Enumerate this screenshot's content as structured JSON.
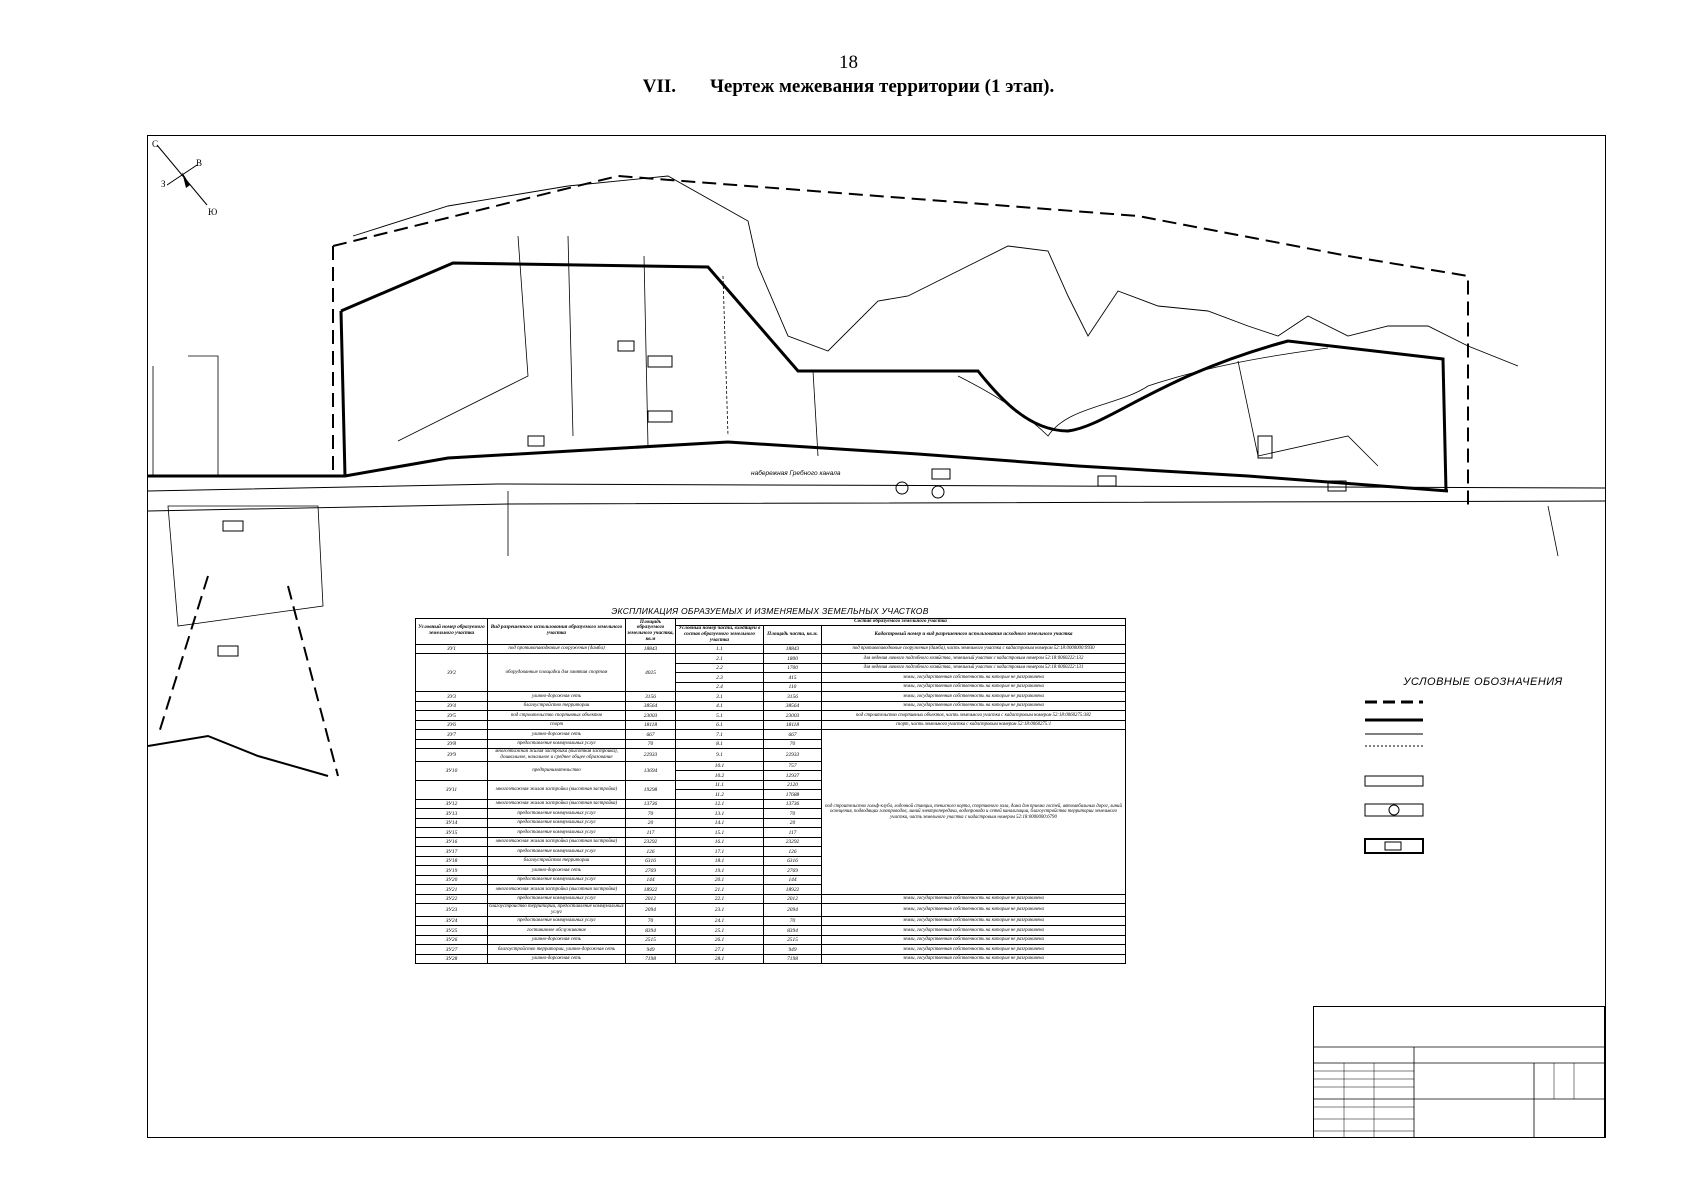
{
  "header": {
    "page_number": "18",
    "section_number": "VII.",
    "section_title": "Чертеж межевания территории (1 этап)."
  },
  "map": {
    "compass_letters": [
      "С",
      "В",
      "З",
      "Ю"
    ],
    "street_labels": [
      "набережная Гребного канала"
    ],
    "legend_title": "УСЛОВНЫЕ ОБОЗНАЧЕНИЯ"
  },
  "explication": {
    "title": "ЭКСПЛИКАЦИЯ ОБРАЗУЕМЫХ И ИЗМЕНЯЕМЫХ ЗЕМЕЛЬНЫХ УЧАСТКОВ",
    "headers": {
      "parcel_number": "Условный номер образуемого земельного участка",
      "permitted_use": "Вид разрешенного использования образуемого земельного участка",
      "area": "Площадь образуемого земельного участка, кв.м",
      "composition": "Состав образуемого земельного участка",
      "part_number": "Условный номер части, входящей в состав образуемого земельного участка",
      "part_area": "Площадь части, кв.м.",
      "source": "Кадастровый номер и вид разрешенного использования исходного земельного участка"
    },
    "rows": [
      {
        "id": "ЗУ1",
        "use": "под противопаводковые сооружения (дамба)",
        "area": "18843",
        "parts": [
          {
            "num": "1.1",
            "area": "18843"
          }
        ],
        "source": "под противопаводковые сооружения (дамба), часть земельного участка с кадастровым номером 52:18:0000000:9930"
      },
      {
        "id": "ЗУ2",
        "use": "оборудованные площадки для занятия спортом",
        "area": "4025",
        "parts": [
          {
            "num": "2.1",
            "area": "1800"
          },
          {
            "num": "2.2",
            "area": "1700"
          },
          {
            "num": "2.3",
            "area": "415"
          },
          {
            "num": "2.4",
            "area": "110"
          }
        ],
        "sources": [
          "для ведения личного подсобного хозяйства, земельный участок с кадастровым номером 52:18:0060222:132",
          "для ведения личного подсобного хозяйства, земельный участок с кадастровым номером 52:18:0060222:131",
          "земли, государственная собственность на которые не разграничена",
          "земли, государственная собственность на которые не разграничена"
        ]
      },
      {
        "id": "ЗУ3",
        "use": "улично-дорожная сеть",
        "area": "3156",
        "parts": [
          {
            "num": "3.1",
            "area": "3156"
          }
        ],
        "source": "земли, государственная собственность на которые не разграничена"
      },
      {
        "id": "ЗУ4",
        "use": "благоустройство территории",
        "area": "38564",
        "parts": [
          {
            "num": "4.1",
            "area": "38564"
          }
        ],
        "source": "земли, государственная собственность на которые не разграничена"
      },
      {
        "id": "ЗУ5",
        "use": "под строительство спортивных объектов",
        "area": "23003",
        "parts": [
          {
            "num": "5.1",
            "area": "23003"
          }
        ],
        "source": "под строительство спортивных объектов, часть земельного участка с кадастровым номером 52:18:0060275:382"
      },
      {
        "id": "ЗУ6",
        "use": "спорт",
        "area": "18118",
        "parts": [
          {
            "num": "6.1",
            "area": "18118"
          }
        ],
        "source": "спорт, часть земельного участка с кадастровым номером 52:18:0060275:1"
      },
      {
        "id": "ЗУ7",
        "use": "улично-дорожная сеть",
        "area": "667",
        "parts": [
          {
            "num": "7.1",
            "area": "667"
          }
        ]
      },
      {
        "id": "ЗУ8",
        "use": "предоставление коммунальных услуг",
        "area": "70",
        "parts": [
          {
            "num": "8.1",
            "area": "70"
          }
        ]
      },
      {
        "id": "ЗУ9",
        "use": "многоэтажная жилая застройка (высотная застройка), дошкольное, начальное и среднее общее образование",
        "area": "22933",
        "parts": [
          {
            "num": "9.1",
            "area": "22933"
          }
        ]
      },
      {
        "id": "ЗУ10",
        "use": "предпринимательство",
        "area": "13694",
        "parts": [
          {
            "num": "10.1",
            "area": "757"
          },
          {
            "num": "10.2",
            "area": "12937"
          }
        ]
      },
      {
        "id": "ЗУ11",
        "use": "многоэтажная жилая застройка (высотная застройка)",
        "area": "19298",
        "parts": [
          {
            "num": "11.1",
            "area": "2120"
          },
          {
            "num": "11.2",
            "area": "17688"
          }
        ]
      },
      {
        "id": "ЗУ12",
        "use": "многоэтажная жилая застройка (высотная застройка)",
        "area": "13736",
        "parts": [
          {
            "num": "12.1",
            "area": "13736"
          }
        ]
      },
      {
        "id": "ЗУ13",
        "use": "предоставление коммунальных услуг",
        "area": "70",
        "parts": [
          {
            "num": "13.1",
            "area": "70"
          }
        ]
      },
      {
        "id": "ЗУ14",
        "use": "предоставление коммунальных услуг",
        "area": "20",
        "parts": [
          {
            "num": "14.1",
            "area": "20"
          }
        ]
      },
      {
        "id": "ЗУ15",
        "use": "предоставление коммунальных услуг",
        "area": "117",
        "parts": [
          {
            "num": "15.1",
            "area": "117"
          }
        ]
      },
      {
        "id": "ЗУ16",
        "use": "многоэтажная жилая застройка (высотная застройка)",
        "area": "23292",
        "parts": [
          {
            "num": "16.1",
            "area": "23292"
          }
        ]
      },
      {
        "id": "ЗУ17",
        "use": "предоставление коммунальных услуг",
        "area": "126",
        "parts": [
          {
            "num": "17.1",
            "area": "126"
          }
        ]
      },
      {
        "id": "ЗУ18",
        "use": "благоустройство территории",
        "area": "6316",
        "parts": [
          {
            "num": "18.1",
            "area": "6316"
          }
        ]
      },
      {
        "id": "ЗУ19",
        "use": "улично-дорожная сеть",
        "area": "2769",
        "parts": [
          {
            "num": "19.1",
            "area": "2769"
          }
        ]
      },
      {
        "id": "ЗУ20",
        "use": "предоставление коммунальных услуг",
        "area": "144",
        "parts": [
          {
            "num": "20.1",
            "area": "144"
          }
        ]
      },
      {
        "id": "ЗУ21",
        "use": "многоэтажная жилая застройка (высотная застройка)",
        "area": "18922",
        "parts": [
          {
            "num": "21.1",
            "area": "18922"
          }
        ]
      },
      {
        "id": "ЗУ22",
        "use": "предоставление коммунальных услуг",
        "area": "2012",
        "parts": [
          {
            "num": "22.1",
            "area": "2012"
          }
        ],
        "source": "земли, государственная собственность на которые не разграничена"
      },
      {
        "id": "ЗУ23",
        "use": "благоустройство территории, предоставление коммунальных услуг",
        "area": "2094",
        "parts": [
          {
            "num": "23.1",
            "area": "2094"
          }
        ],
        "source": "земли, государственная собственность на которые не разграничена"
      },
      {
        "id": "ЗУ24",
        "use": "предоставление коммунальных услуг",
        "area": "70",
        "parts": [
          {
            "num": "24.1",
            "area": "70"
          }
        ],
        "source": "земли, государственная собственность на которые не разграничена"
      },
      {
        "id": "ЗУ25",
        "use": "гостиничное обслуживание",
        "area": "8394",
        "parts": [
          {
            "num": "25.1",
            "area": "8394"
          }
        ],
        "source": "земли, государственная собственность на которые не разграничена"
      },
      {
        "id": "ЗУ26",
        "use": "улично-дорожная сеть",
        "area": "2515",
        "parts": [
          {
            "num": "26.1",
            "area": "2515"
          }
        ],
        "source": "земли, государственная собственность на которые не разграничена"
      },
      {
        "id": "ЗУ27",
        "use": "благоустройство территории, улично-дорожная сеть",
        "area": "949",
        "parts": [
          {
            "num": "27.1",
            "area": "949"
          }
        ],
        "source": "земли, государственная собственность на которые не разграничена"
      },
      {
        "id": "ЗУ28",
        "use": "улично-дорожная сеть",
        "area": "7198",
        "parts": [
          {
            "num": "28.1",
            "area": "7198"
          }
        ],
        "source": "земли, государственная собственность на которые не разграничена"
      }
    ],
    "merged_source": "под строительство гольф-клуба, лодочной станции, тенисного корта, спортивного зала, дома для приема гостей, автомобильных дорог, линий освещения, подводящих газопроводов, линий электропередачи, водопровода и сетей канализации, благоустройства территории земельного участка, часть земельного участка с кадастровым номером 52:18:0000000:6790"
  },
  "colors": {
    "ink": "#000000",
    "paper": "#ffffff",
    "gray": "#777777"
  }
}
